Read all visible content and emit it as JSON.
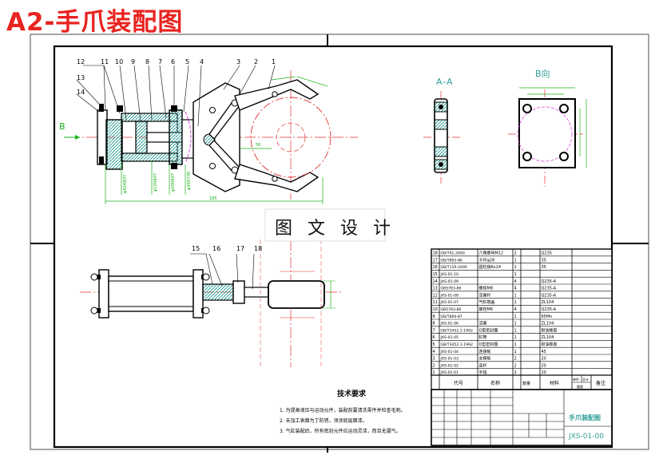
{
  "page_title": "A2-手爪装配图",
  "watermark": "图 文 设 计",
  "views": {
    "section_aa": "A–A",
    "view_b": "B向",
    "arrow_b": "B"
  },
  "callouts": [
    "12",
    "11",
    "10",
    "9",
    "8",
    "7",
    "6",
    "5",
    "4",
    "3",
    "2",
    "1",
    "13",
    "14",
    "15",
    "16",
    "17",
    "18"
  ],
  "bom_rows": [
    [
      "18",
      "GB/T41-2000",
      "六角螺母M12",
      "2",
      "Q235",
      ""
    ],
    [
      "17",
      "GB/T893-86",
      "卡环φ28",
      "1",
      "35",
      ""
    ],
    [
      "16",
      "GB/T119-2000",
      "圆柱销6x14",
      "1",
      "35",
      ""
    ],
    [
      "15",
      "JXS-01-10",
      "",
      "1",
      "",
      ""
    ],
    [
      "14",
      "JXS-01-09",
      "",
      "4",
      "Q235-A",
      ""
    ],
    [
      "13",
      "GB5783-86",
      "螺栓M8",
      "4",
      "Q235-A",
      ""
    ],
    [
      "12",
      "JXS-01-08",
      "活塞杆",
      "1",
      "Q235-A",
      ""
    ],
    [
      "11",
      "JXS-01-07",
      "气缸端盖",
      "1",
      "ZL104",
      ""
    ],
    [
      "10",
      "GB5783-86",
      "螺栓M6",
      "4",
      "Q235-A",
      ""
    ],
    [
      "9",
      "GB/T894-87",
      "",
      "1",
      "65Mn",
      ""
    ],
    [
      "8",
      "JXS-01-06",
      "活塞",
      "1",
      "ZL104",
      ""
    ],
    [
      "7",
      "GB/T3452.1-1992",
      "O型密封圈",
      "1",
      "耐油橡胶",
      ""
    ],
    [
      "6",
      "JXS-01-05",
      "缸筒",
      "1",
      "ZL104",
      ""
    ],
    [
      "5",
      "GB/T3452.1-1992",
      "O型密封圈",
      "1",
      "耐油橡胶",
      ""
    ],
    [
      "4",
      "JXS-01-04",
      "连接板",
      "1",
      "45",
      ""
    ],
    [
      "3",
      "JXS-01-03",
      "支撑板",
      "2",
      "20",
      ""
    ],
    [
      "2",
      "JXS-01-02",
      "连杆",
      "2",
      "20",
      ""
    ],
    [
      "1",
      "JXS-01-01",
      "手指",
      "2",
      "20",
      ""
    ]
  ],
  "bom_header": {
    "code": "代号",
    "name": "名称",
    "qty": "数量",
    "material": "材料",
    "single": "单件",
    "total": "总计",
    "weight": "重量",
    "remark": "备注"
  },
  "title_block": {
    "drawing_name": "手爪装配图",
    "drawing_code": "JXS-01-00"
  },
  "technical_requirements": {
    "heading": "技术要求",
    "items": [
      "1. 为提高液压与运动元件，装配前要清洗零件并检查毛刺。",
      "2. 未加工表面为丁防锈，须涂底层面漆。",
      "3. 气缸装配后，所有密封元件应运动灵活，而且无漏气。"
    ]
  },
  "colors": {
    "title": "#e8231f",
    "frame": "#111111",
    "hatch": "#2f9f96",
    "dimension": "#19b219",
    "centerline": "#e53030",
    "hidden": "#e040e0"
  }
}
